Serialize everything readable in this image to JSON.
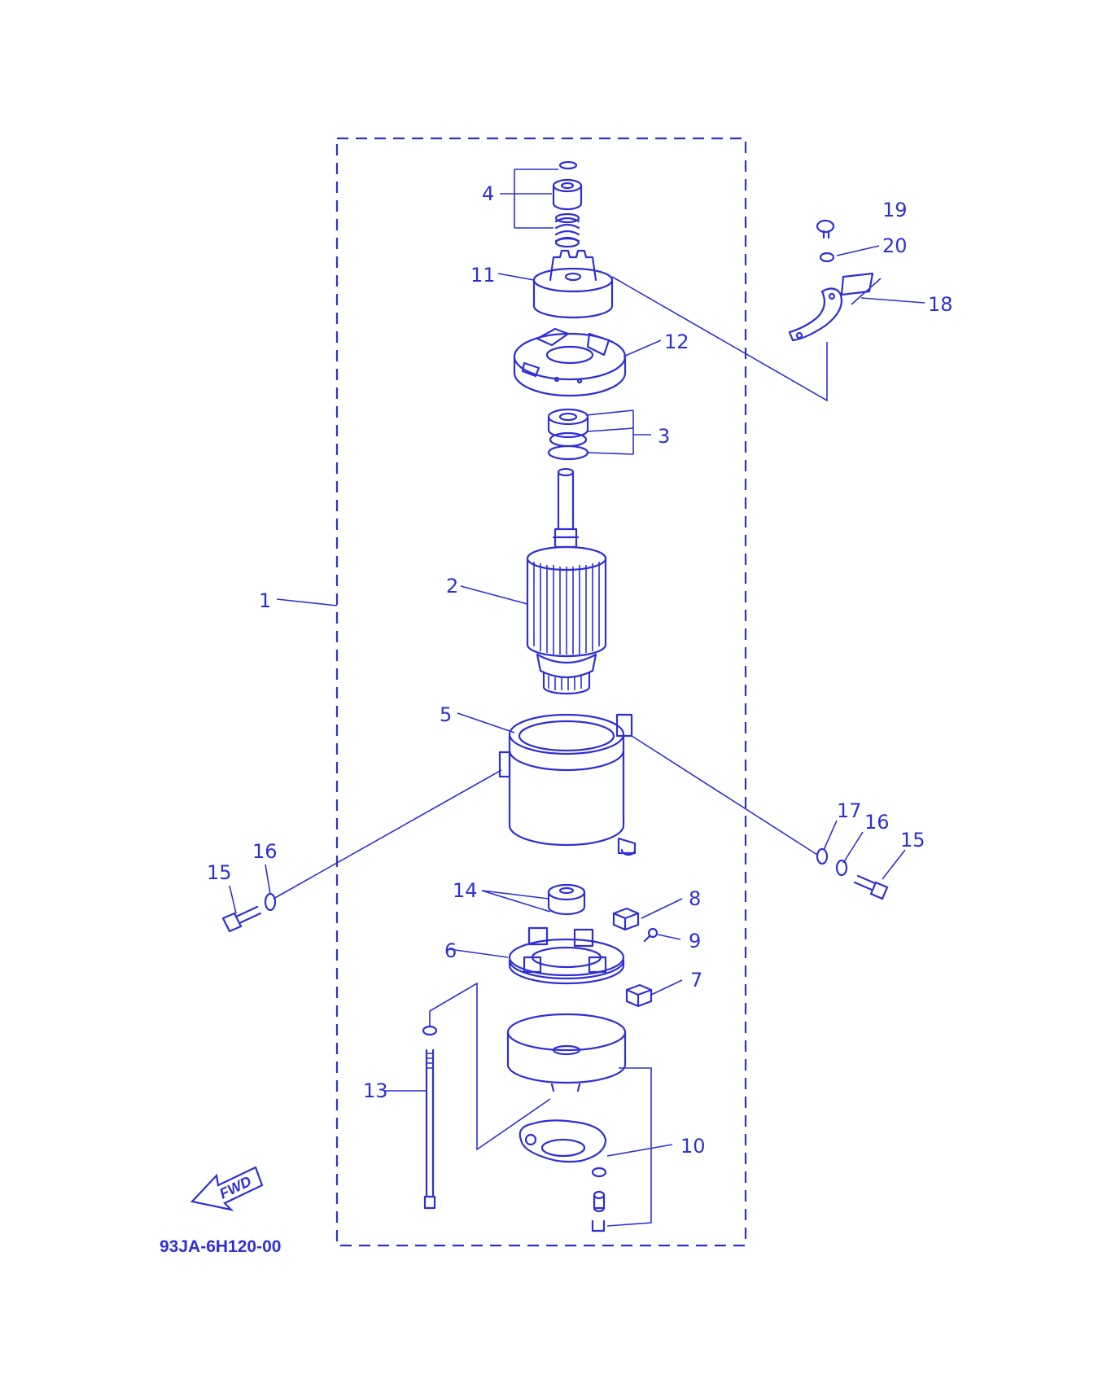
{
  "diagram": {
    "part_numbers": {
      "p1": "1",
      "p2": "2",
      "p3": "3",
      "p4": "4",
      "p5": "5",
      "p6": "6",
      "p7": "7",
      "p8": "8",
      "p9": "9",
      "p10": "10",
      "p11": "11",
      "p12": "12",
      "p13": "13",
      "p14": "14",
      "p15_left": "15",
      "p15_right": "15",
      "p16_left": "16",
      "p16_right": "16",
      "p17": "17",
      "p18": "18",
      "p19": "19",
      "p20": "20"
    },
    "fwd_label": "FWD",
    "drawing_code": "93JA-6H120-00",
    "ink_color": "#2f2fd6"
  }
}
